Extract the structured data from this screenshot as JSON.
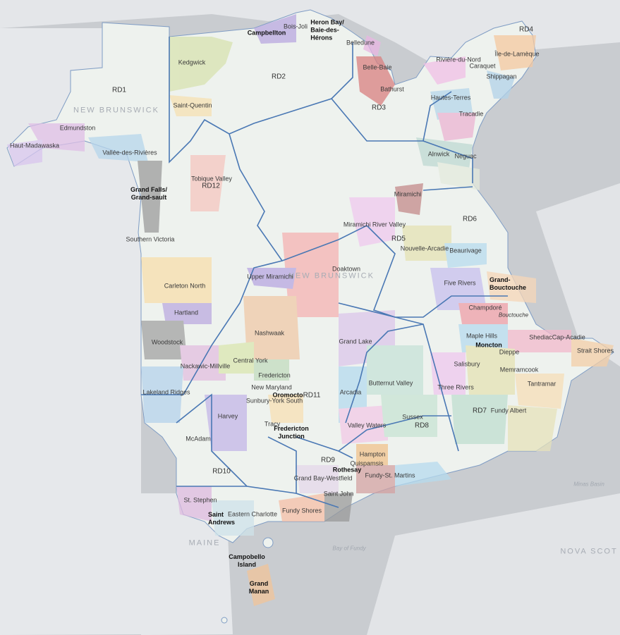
{
  "map": {
    "geo_labels": [
      {
        "id": "new-brunswick-nw",
        "text": "NEW BRUNSWICK"
      },
      {
        "id": "new-brunswick-center",
        "text": "NEW BRUNSWICK"
      },
      {
        "id": "maine",
        "text": "MAINE"
      },
      {
        "id": "nova-scotia",
        "text": "NOVA SCOT"
      }
    ],
    "water_labels": [
      {
        "id": "bay-of-fundy",
        "text": "Bay of Fundy"
      },
      {
        "id": "minas-basin",
        "text": "Minas Basin"
      }
    ],
    "district_labels": [
      {
        "id": "rd1",
        "text": "RD1"
      },
      {
        "id": "rd2",
        "text": "RD2"
      },
      {
        "id": "rd3",
        "text": "RD3"
      },
      {
        "id": "rd4",
        "text": "RD4"
      },
      {
        "id": "rd5",
        "text": "RD5"
      },
      {
        "id": "rd6",
        "text": "RD6"
      },
      {
        "id": "rd7",
        "text": "RD7"
      },
      {
        "id": "rd8",
        "text": "RD8"
      },
      {
        "id": "rd9",
        "text": "RD9"
      },
      {
        "id": "rd10",
        "text": "RD10"
      },
      {
        "id": "rd11",
        "text": "RD11"
      },
      {
        "id": "rd12",
        "text": "RD12"
      }
    ],
    "place_labels": [
      {
        "id": "bois-joli",
        "text": "Bois-Joli"
      },
      {
        "id": "belledune",
        "text": "Belledune"
      },
      {
        "id": "kedgwick",
        "text": "Kedgwick"
      },
      {
        "id": "belle-baie",
        "text": "Belle-Baie"
      },
      {
        "id": "riviere-du-nord",
        "text": "Rivière-du-Nord"
      },
      {
        "id": "ile-de-lameque",
        "text": "Île-de-Lamèque"
      },
      {
        "id": "caraquet",
        "text": "Caraquet"
      },
      {
        "id": "shippagan",
        "text": "Shippagan"
      },
      {
        "id": "bathurst",
        "text": "Bathurst"
      },
      {
        "id": "hautes-terres",
        "text": "Hautes-Terres"
      },
      {
        "id": "tracadie",
        "text": "Tracadie"
      },
      {
        "id": "saint-quentin",
        "text": "Saint-Quentin"
      },
      {
        "id": "edmundston",
        "text": "Edmundston"
      },
      {
        "id": "haut-madawaska",
        "text": "Haut-Madawaska"
      },
      {
        "id": "vallee-des-rivieres",
        "text": "Vallée-des-Rivières"
      },
      {
        "id": "alnwick",
        "text": "Alnwick"
      },
      {
        "id": "neguac",
        "text": "Neguac"
      },
      {
        "id": "tobique-valley",
        "text": "Tobique Valley"
      },
      {
        "id": "miramichi",
        "text": "Miramichi"
      },
      {
        "id": "miramichi-river-valley",
        "text": "Miramichi River Valley"
      },
      {
        "id": "southern-victoria",
        "text": "Southern Victoria"
      },
      {
        "id": "nouvelle-arcadie",
        "text": "Nouvelle-Arcadie"
      },
      {
        "id": "beaurivage",
        "text": "Beaurivage"
      },
      {
        "id": "doaktown",
        "text": "Doaktown"
      },
      {
        "id": "upper-miramichi",
        "text": "Upper Miramichi"
      },
      {
        "id": "carleton-north",
        "text": "Carleton North"
      },
      {
        "id": "five-rivers",
        "text": "Five Rivers"
      },
      {
        "id": "hartland",
        "text": "Hartland"
      },
      {
        "id": "champdore",
        "text": "Champdoré"
      },
      {
        "id": "nashwaak",
        "text": "Nashwaak"
      },
      {
        "id": "maple-hills",
        "text": "Maple Hills"
      },
      {
        "id": "shediac-cap-acadie",
        "text": "ShediacCap-Acadie"
      },
      {
        "id": "woodstock",
        "text": "Woodstock"
      },
      {
        "id": "grand-lake",
        "text": "Grand Lake"
      },
      {
        "id": "dieppe",
        "text": "Dieppe"
      },
      {
        "id": "strait-shores",
        "text": "Strait Shores"
      },
      {
        "id": "nackawic-millville",
        "text": "Nackawic-Millville"
      },
      {
        "id": "central-york",
        "text": "Central York"
      },
      {
        "id": "salisbury",
        "text": "Salisbury"
      },
      {
        "id": "memramcook",
        "text": "Memramcook"
      },
      {
        "id": "fredericton-small",
        "text": "Fredericton"
      },
      {
        "id": "tantramar",
        "text": "Tantramar"
      },
      {
        "id": "new-maryland",
        "text": "New Maryland"
      },
      {
        "id": "butternut-valley",
        "text": "Butternut Valley"
      },
      {
        "id": "lakeland-ridges",
        "text": "Lakeland Ridges"
      },
      {
        "id": "arcadia",
        "text": "Arcadia"
      },
      {
        "id": "three-rivers",
        "text": "Three Rivers"
      },
      {
        "id": "sunbury-york-south",
        "text": "Sunbury-York South"
      },
      {
        "id": "fundy-albert",
        "text": "Fundy Albert"
      },
      {
        "id": "harvey",
        "text": "Harvey"
      },
      {
        "id": "sussex",
        "text": "Sussex"
      },
      {
        "id": "tracy",
        "text": "Tracy"
      },
      {
        "id": "valley-waters",
        "text": "Valley Waters"
      },
      {
        "id": "mcadam",
        "text": "McAdam"
      },
      {
        "id": "hampton",
        "text": "Hampton"
      },
      {
        "id": "quispamsis",
        "text": "Quispamsis"
      },
      {
        "id": "fundy-st-martins",
        "text": "Fundy-St. Martins"
      },
      {
        "id": "grand-bay-westfield",
        "text": "Grand Bay-Westfield"
      },
      {
        "id": "st-stephen",
        "text": "St. Stephen"
      },
      {
        "id": "saint-john",
        "text": "Saint John"
      },
      {
        "id": "eastern-charlotte",
        "text": "Eastern Charlotte"
      },
      {
        "id": "fundy-shores",
        "text": "Fundy Shores"
      },
      {
        "id": "bouctouche-small",
        "text": "Bouctouche"
      }
    ],
    "bold_labels": [
      {
        "id": "campbellton",
        "text": "Campbellton"
      },
      {
        "id": "heron-bay",
        "text": "Heron Bay/\nBaie-des-\nHérons"
      },
      {
        "id": "grand-falls",
        "text": "Grand Falls/\nGrand-sault"
      },
      {
        "id": "grand-bouctouche",
        "text": "Grand-\nBouctouche"
      },
      {
        "id": "moncton",
        "text": "Moncton"
      },
      {
        "id": "oromocto",
        "text": "Oromocto"
      },
      {
        "id": "fredericton-junction",
        "text": "Fredericton\nJunction"
      },
      {
        "id": "rothesay",
        "text": "Rothesay"
      },
      {
        "id": "saint-andrews",
        "text": "Saint\nAndrews"
      },
      {
        "id": "campobello-island",
        "text": "Campobello\nIsland"
      },
      {
        "id": "grand-manan",
        "text": "Grand\nManan"
      }
    ],
    "colors": {
      "background_land": "#e9ebee",
      "water": "#c9ccd0",
      "province_fill": "#eef2ee",
      "boundary": "#4a78b4"
    }
  }
}
